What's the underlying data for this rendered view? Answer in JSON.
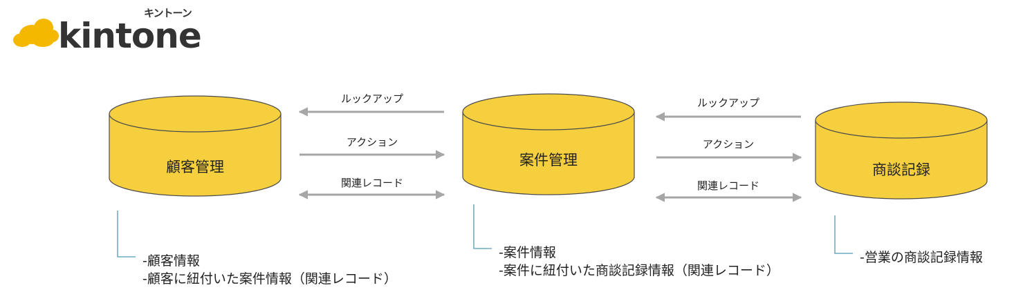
{
  "logo": {
    "word": "kintone",
    "kana": "キントーン",
    "cloud_color": "#F5B800"
  },
  "colors": {
    "database_fill": "#F5CF3E",
    "database_stroke": "#4a4a4a",
    "arrow": "#A6A6A6",
    "bracket": "#4E9AB3"
  },
  "databases": [
    {
      "id": "customer",
      "label": "顧客管理"
    },
    {
      "id": "case",
      "label": "案件管理"
    },
    {
      "id": "meeting",
      "label": "商談記録"
    }
  ],
  "arrow_groups": [
    {
      "lookup": "ルックアップ",
      "action": "アクション",
      "related": "関連レコード"
    },
    {
      "lookup": "ルックアップ",
      "action": "アクション",
      "related": "関連レコード"
    }
  ],
  "notes": [
    {
      "lines": [
        "-顧客情報",
        "-顧客に紐付いた案件情報（関連レコード）"
      ]
    },
    {
      "lines": [
        "-案件情報",
        "-案件に紐付いた商談記録情報（関連レコード）"
      ]
    },
    {
      "lines": [
        "-営業の商談記録情報"
      ]
    }
  ]
}
